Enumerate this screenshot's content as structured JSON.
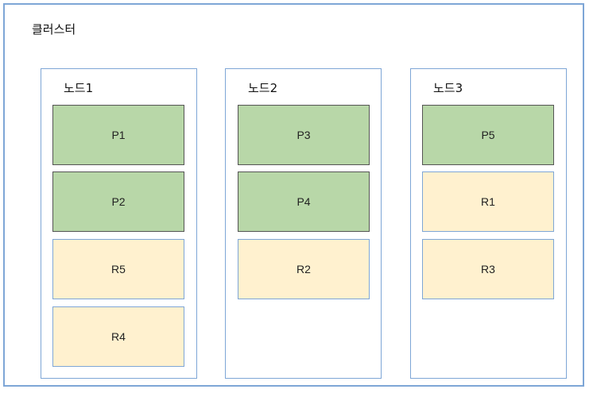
{
  "cluster": {
    "title": "클러스터",
    "nodes": [
      {
        "title": "노드1",
        "blocks": [
          {
            "label": "P1",
            "kind": "primary"
          },
          {
            "label": "P2",
            "kind": "primary"
          },
          {
            "label": "R5",
            "kind": "replica"
          },
          {
            "label": "R4",
            "kind": "replica"
          }
        ]
      },
      {
        "title": "노드2",
        "blocks": [
          {
            "label": "P3",
            "kind": "primary"
          },
          {
            "label": "P4",
            "kind": "primary"
          },
          {
            "label": "R2",
            "kind": "replica"
          }
        ]
      },
      {
        "title": "노드3",
        "blocks": [
          {
            "label": "P5",
            "kind": "primary"
          },
          {
            "label": "R1",
            "kind": "replica"
          },
          {
            "label": "R3",
            "kind": "replica"
          }
        ]
      }
    ]
  },
  "colors": {
    "primary": "#b8d7a8",
    "replica": "#fff1cf",
    "border": "#7ea6d6"
  }
}
